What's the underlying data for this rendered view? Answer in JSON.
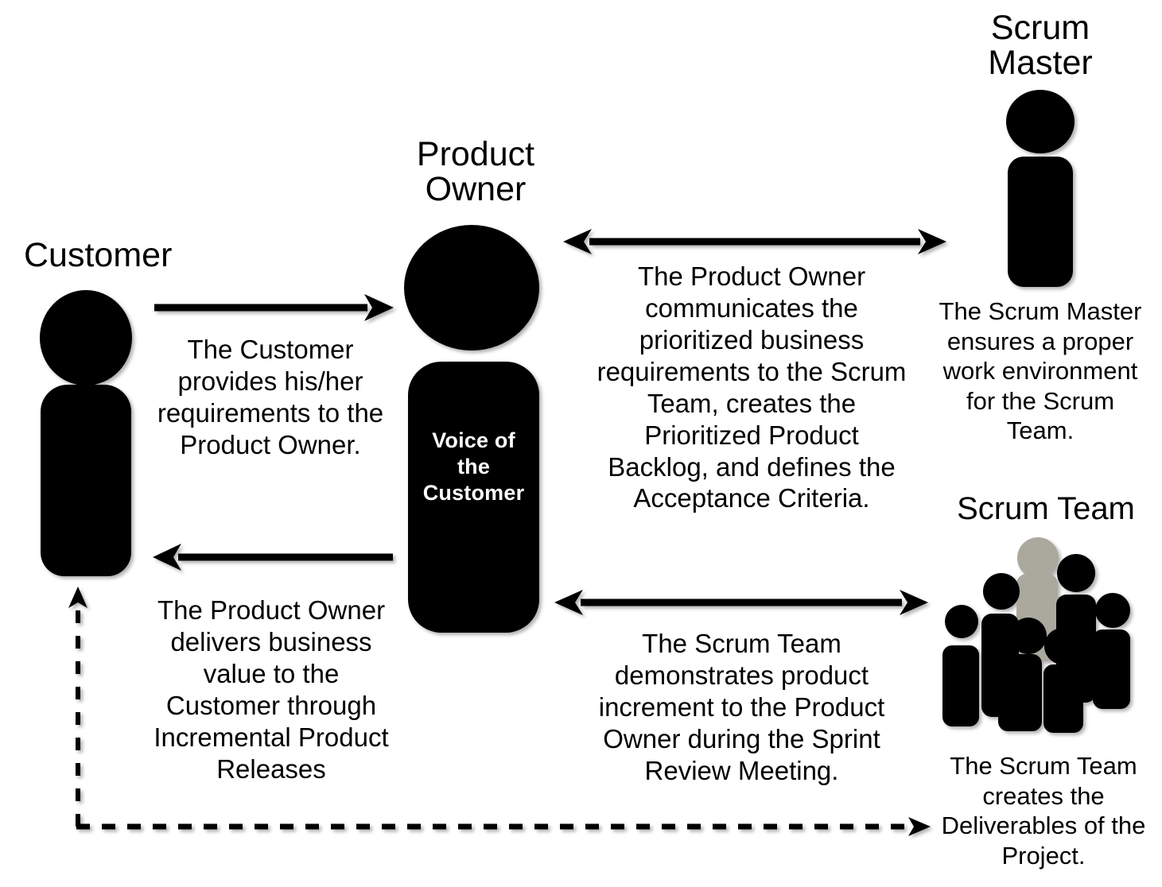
{
  "diagram": {
    "title_semantic": "scrum-core-roles-diagram",
    "background_color": "#FFFFFF",
    "figure_color": "#000000",
    "accent_gray": "#ABA89E"
  },
  "roles": {
    "customer": {
      "title": "Customer",
      "icon": "person-icon"
    },
    "product_owner": {
      "title": "Product\nOwner",
      "badge": "Voice of\nthe\nCustomer",
      "icon": "person-icon"
    },
    "scrum_master": {
      "title": "Scrum\nMaster",
      "icon": "person-icon",
      "caption": "The Scrum Master\nensures a proper\nwork environment\nfor the Scrum\nTeam."
    },
    "scrum_team": {
      "title": "Scrum Team",
      "icon": "people-group-icon",
      "caption": "The Scrum Team\ncreates the\nDeliverables of the\nProject."
    }
  },
  "flows": {
    "customer_to_po": {
      "icon": "arrow-right-icon",
      "label": "The Customer\nprovides his/her\nrequirements to the\nProduct Owner."
    },
    "po_to_customer": {
      "icon": "arrow-left-icon",
      "label": "The Product Owner\ndelivers business\nvalue to the\nCustomer through\nIncremental Product\nReleases"
    },
    "po_to_scrum_master": {
      "icon": "arrow-双-icon",
      "label": "The Product Owner\ncommunicates the\nprioritized business\nrequirements to the Scrum\nTeam, creates the\nPrioritized Product\nBacklog, and defines the\nAcceptance Criteria."
    },
    "po_to_scrum_team": {
      "icon": "arrow-double-icon",
      "label": "The Scrum Team\ndemonstrates product\nincrement to the Product\nOwner during the Sprint\nReview Meeting."
    },
    "team_to_customer": {
      "icon": "dashed-arrow-icon",
      "label": ""
    }
  }
}
